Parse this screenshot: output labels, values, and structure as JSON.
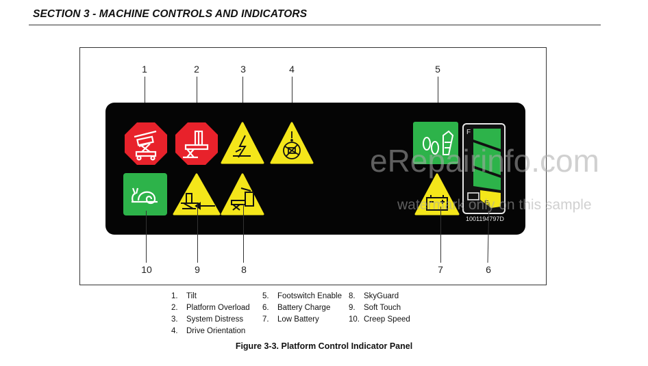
{
  "header": {
    "section_title": "SECTION 3 - MACHINE CONTROLS AND INDICATORS"
  },
  "callouts": [
    "1",
    "2",
    "3",
    "4",
    "5",
    "6",
    "7",
    "8",
    "9",
    "10"
  ],
  "panel": {
    "part_number": "1001194797D",
    "gauge_full": "F",
    "gauge_empty": "E"
  },
  "legend": [
    {
      "num": "1.",
      "label": "Tilt"
    },
    {
      "num": "2.",
      "label": "Platform Overload"
    },
    {
      "num": "3.",
      "label": "System Distress"
    },
    {
      "num": "4.",
      "label": "Drive Orientation"
    },
    {
      "num": "5.",
      "label": "Footswitch Enable"
    },
    {
      "num": "6.",
      "label": "Battery Charge"
    },
    {
      "num": "7.",
      "label": "Low Battery"
    },
    {
      "num": "8.",
      "label": "SkyGuard"
    },
    {
      "num": "9.",
      "label": "Soft Touch"
    },
    {
      "num": "10.",
      "label": "Creep Speed"
    }
  ],
  "caption": "Figure 3-3. Platform Control Indicator Panel",
  "watermark": {
    "main": "eRepairinfo.com",
    "sub": "watermark only on this sample"
  },
  "colors": {
    "red": "#e8222b",
    "yellow": "#f4e61a",
    "green": "#2db34a",
    "panel": "#050505"
  }
}
